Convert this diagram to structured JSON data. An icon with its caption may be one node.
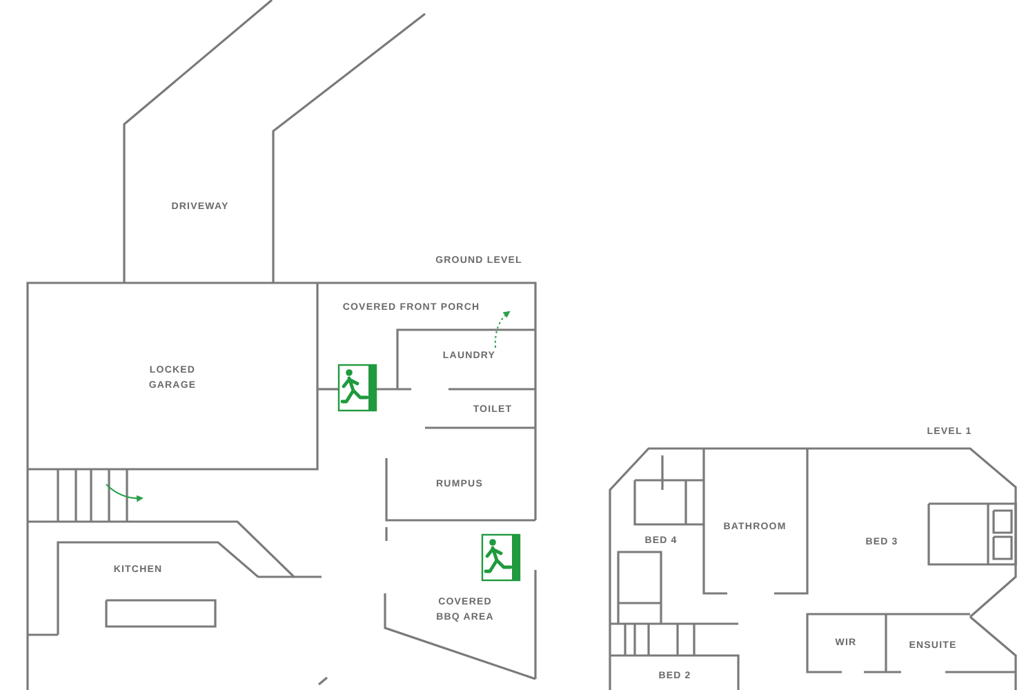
{
  "diagram": {
    "labels": [
      "DRIVEWAY",
      "GROUND LEVEL",
      "COVERED FRONT PORCH",
      "LOCKED GARAGE",
      "LAUNDRY",
      "TOILET",
      "RUMPUS",
      "KITCHEN",
      "COVERED BBQ AREA",
      "LEVEL 1",
      "BED 4",
      "BATHROOM",
      "BED 3",
      "WIR",
      "ENSUITE",
      "BED 2"
    ]
  }
}
